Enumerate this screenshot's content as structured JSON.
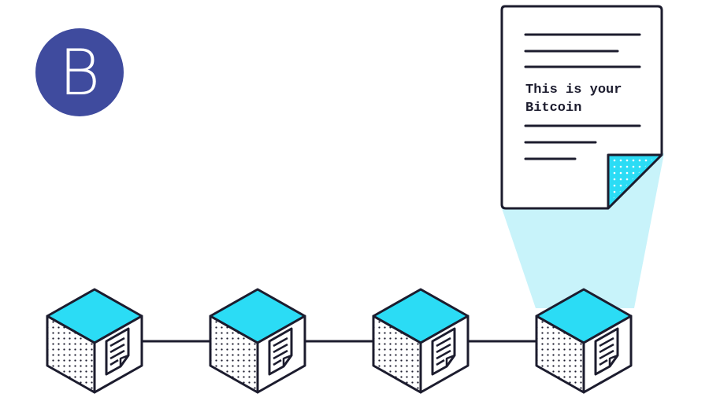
{
  "logo": {
    "letter": "B",
    "color": "#3f4b9e"
  },
  "document": {
    "line1": "This is your",
    "line2": "Bitcoin"
  },
  "chain": {
    "block_count": 4
  },
  "colors": {
    "accent": "#2bdcf5",
    "beam": "#c8f3fa",
    "stroke": "#1c1c2e",
    "paper": "#ffffff"
  }
}
